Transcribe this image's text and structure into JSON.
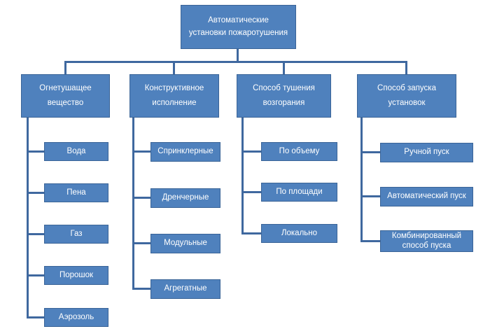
{
  "root": {
    "label": "Автоматические установки пожаротушения"
  },
  "branches": [
    {
      "label": "Огнетушащее вещество",
      "children": [
        "Вода",
        "Пена",
        "Газ",
        "Порошок",
        "Аэрозоль"
      ]
    },
    {
      "label": "Конструктивное исполнение",
      "children": [
        "Спринклерные",
        "Дренчерные",
        "Модульные",
        "Агрегатные"
      ]
    },
    {
      "label": "Способ тушения возгорания",
      "children": [
        "По объему",
        "По площади",
        "Локально"
      ]
    },
    {
      "label": "Способ запуска установок",
      "children": [
        "Ручной пуск",
        "Автоматический пуск",
        "Комбинированный способ пуска"
      ]
    }
  ],
  "colors": {
    "node_fill": "#4f81bd",
    "node_border": "#3a6497",
    "connector": "#3f689f",
    "text": "#ffffff",
    "background": "#ffffff"
  }
}
